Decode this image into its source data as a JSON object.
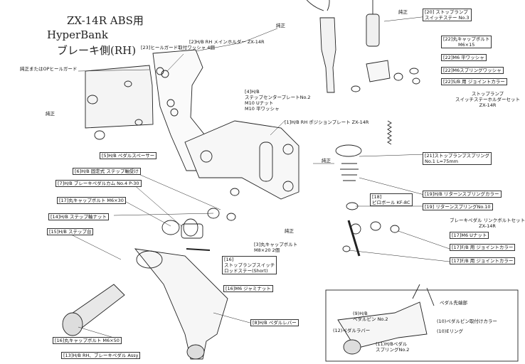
{
  "title": {
    "line1": "ZX-14R ABS用",
    "line2": "HyperBank",
    "line3": "ブレーキ側(RH)"
  },
  "labels": {
    "genuine_or_op_heel": "純正またはOPヒールガード",
    "genuine_1": "純正",
    "genuine_2": "純正",
    "genuine_3": "純正",
    "genuine_4": "純正",
    "genuine_5": "純正",
    "p23": "[23]ヒールガード取付ワッシャ 4個",
    "p2": "[2]H/B RH メインホルダー ZX-14R",
    "p4_a": "[4]H/B",
    "p4_b": "ステップセンタープレートNo.2",
    "p4_c": "M10 Uナット",
    "p4_d": "M10 平ワッシャ",
    "p1": "[1]H/B RH ポジションプレート ZX-14R",
    "p5": "[5]H/B ペダルスペーサー",
    "p6": "[6]H/B 固定式 ステップ軸受け",
    "p7": "[7]H/B ブレーキペダルカム No.4 P-30",
    "p17a": "[17]丸キャップボルト M6×30",
    "p14": "[14]H/B ステップ軸ナット",
    "p15": "[15]H/B ステップ台",
    "p3_a": "[3]丸キャップボルト",
    "p3_b": "M8×20 2個",
    "p16a": "[16]",
    "p16b": "ストップランプスイッチ",
    "p16c": "ロッドステー(Short)",
    "p16d": "[16]M6 ジャミナット",
    "p8": "[8]H/B ペダルレバー",
    "p16e": "[16]丸キャップボルト M6×50",
    "p13": "[13]H/B RH、ブレーキペダル Assy",
    "p20_a": "[20] ストップランプ",
    "p20_b": "スイッチステー No.3",
    "p22a_a": "[22]丸キャップボルト",
    "p22a_b": "M6×15",
    "p22b": "[22]M6 平ワッシャ",
    "p22c": "[22]M6スプリングワッシャ",
    "p22d": "[22]S/B 用 ジョイントカラー",
    "sw_set_a": "ストップランプ",
    "sw_set_b": "スイッチステーホルダーセット",
    "sw_set_c": "ZX-14R",
    "p21_a": "[21]ストップランプスプリング",
    "p21_b": "No.1 L=75mm",
    "p19a": "[19]H/B リターンスプリングカラー",
    "p19b": "[19] リターンスプリングNo.10",
    "p18_a": "[18]",
    "p18_b": "ピロボール KF-8C",
    "brake_set_a": "ブレーキペダル リンクボルトセット",
    "brake_set_b": "ZX-14R",
    "p17b": "[17]M6 Uナット",
    "p17c": "[17]F/B 用 ジョイントカラー",
    "p17d": "[17]F/B 用 ジョイントカラー",
    "pedal_tip": "ペダル先端部",
    "inset_9_a": "(9)H/B",
    "inset_9_b": "ペダルピン No.2",
    "inset_12": "(12)ペダルラバー",
    "inset_11_a": "(11)H/Bペダル",
    "inset_11_b": "スプリングNo.2",
    "inset_10a": "(10)ペダルピン取付けカラー",
    "inset_10b": "(10)Eリング"
  }
}
